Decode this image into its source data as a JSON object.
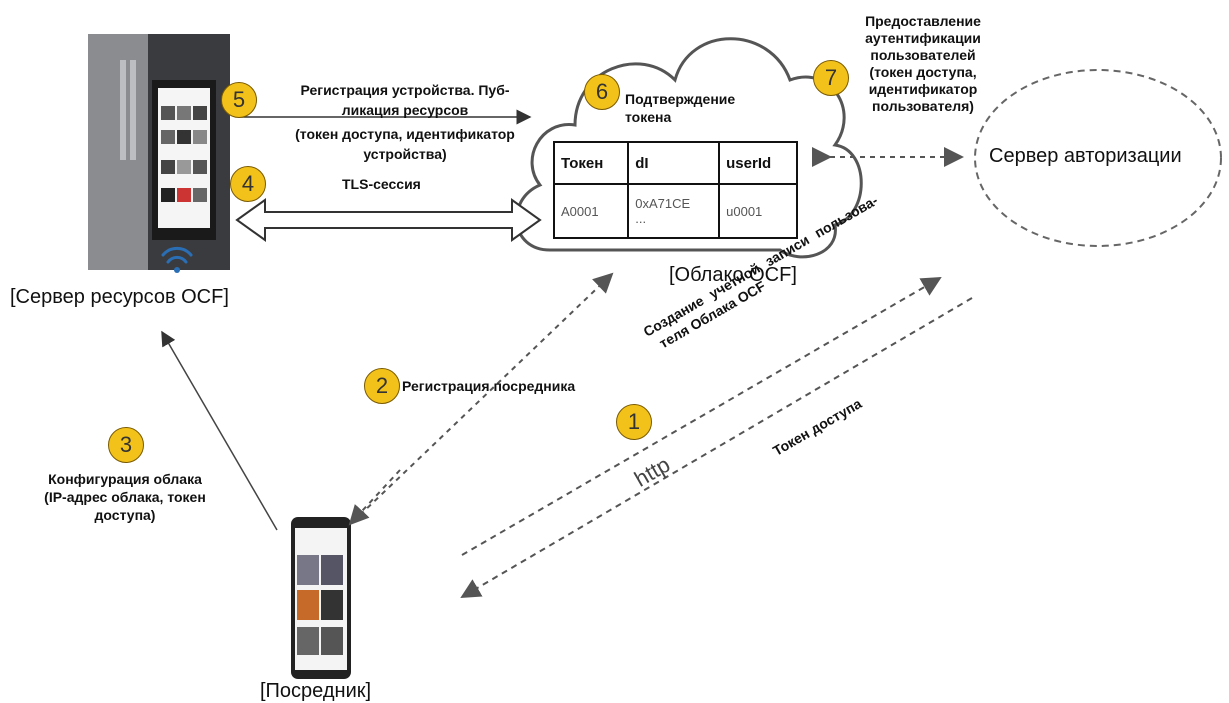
{
  "nodes": {
    "resource_server": "[Сервер ресурсов OCF]",
    "cloud": "[Облако OCF]",
    "auth_server": "Сервер авторизации",
    "mediator": "[Посредник]"
  },
  "steps": [
    {
      "num": "1",
      "text": "Создание учетной записи пользователя Облака OCF"
    },
    {
      "num": "2",
      "text": "Регистрация посредника"
    },
    {
      "num": "3",
      "text": "Конфигурация облака (IP-адрес облака, токен доступа)"
    },
    {
      "num": "4",
      "text": "TLS-сессия"
    },
    {
      "num": "5",
      "text": "Регистрация устройства. Публикация ресурсов (токен доступа, идентификатор устройства)"
    },
    {
      "num": "6",
      "text": "Подтверждение токена"
    },
    {
      "num": "7",
      "text": "Предоставление аутентификации пользователей (токен доступа, идентификатор пользователя)"
    }
  ],
  "labels": {
    "step1_line1": "Создание учетной записи пользова-",
    "step1_line2": "теля Облака OCF",
    "http": "http",
    "access_token": "Токен доступа",
    "step5_line1": "Регистрация устройства. Пуб-",
    "step5_line2": "ликация ресурсов",
    "step5_line3": "(токен доступа, идентификатор",
    "step5_line4": "устройства)",
    "step6_line1": "Подтверждение",
    "step6_line2": "токена",
    "step7_line1": "Предоставление",
    "step7_line2": "аутентификации",
    "step7_line3": "пользователей",
    "step7_line4": "(токен доступа,",
    "step7_line5": "идентификатор",
    "step7_line6": "пользователя)",
    "step3_line1": "Конфигурация облака",
    "step3_line2": "(IP-адрес облака, токен",
    "step3_line3": "доступа)"
  },
  "token_table": {
    "headers": [
      "Токен",
      "dI",
      "userId"
    ],
    "row": [
      "A0001",
      "0xA71CE",
      "u0001"
    ],
    "row_cont": "..."
  }
}
